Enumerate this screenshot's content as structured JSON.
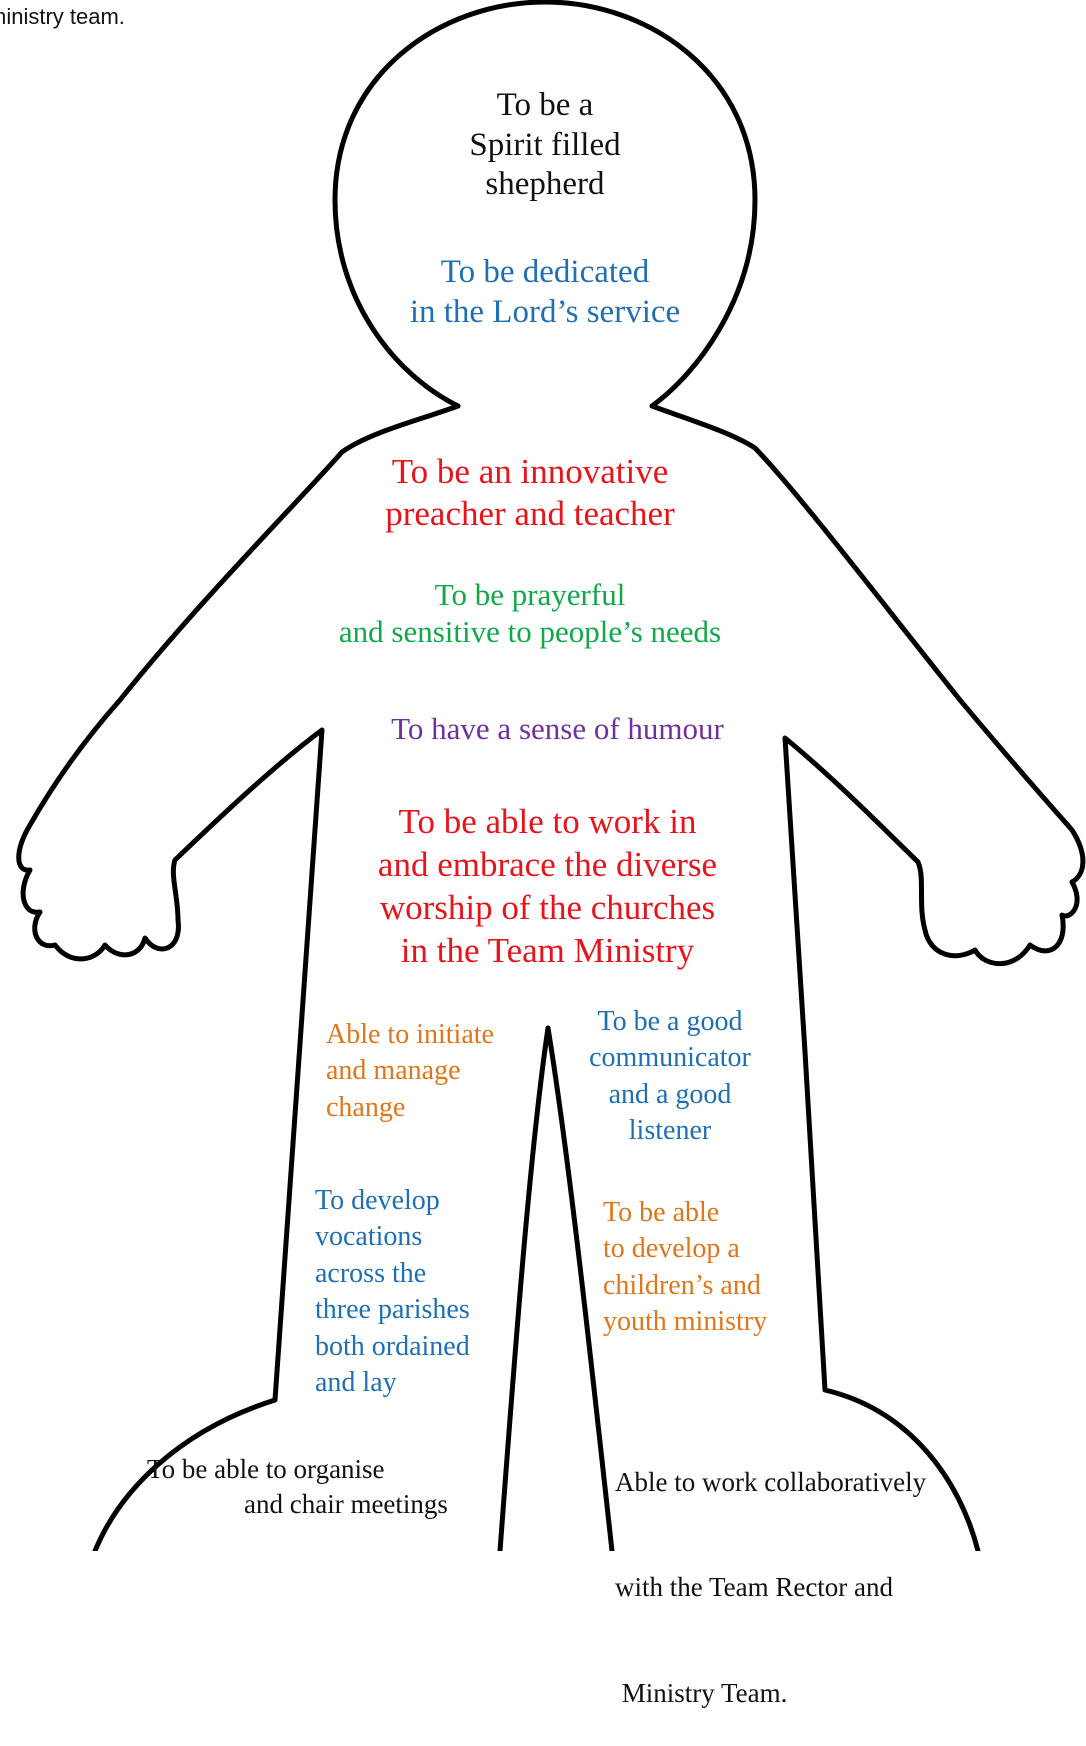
{
  "intro_text": "ministry team.",
  "colors": {
    "black": "#111111",
    "blue": "#1f6fb5",
    "red": "#e8141c",
    "green": "#12a84a",
    "purple": "#7030a0",
    "orange": "#e0761b"
  },
  "qualities": {
    "spirit_filled": [
      "To be a",
      "Spirit filled",
      "shepherd"
    ],
    "dedicated": [
      "To be dedicated",
      "in the Lord’s service"
    ],
    "innovative": [
      "To be an innovative",
      "preacher and teacher"
    ],
    "prayerful": [
      "To be prayerful",
      "and sensitive to people’s needs"
    ],
    "humour": [
      "To have a sense of humour"
    ],
    "diverse_worship": [
      "To be able to work in",
      "and embrace the diverse",
      "worship of the churches",
      "in the Team Ministry"
    ],
    "manage_change": [
      "Able to initiate",
      "and manage",
      "change"
    ],
    "communicator": [
      "To be a good",
      "communicator",
      "and a good",
      "listener"
    ],
    "vocations": [
      "To develop",
      "vocations",
      "across the",
      "three parishes",
      "both ordained",
      "and lay"
    ],
    "childrens_ministry": [
      "To be able",
      "to develop a",
      "children’s and",
      "youth ministry"
    ],
    "meetings": [
      "To be able to organise",
      "and chair meetings"
    ],
    "collaborative": [
      "Able to work collaboratively",
      "with the Team Rector and",
      " Ministry Team."
    ]
  }
}
